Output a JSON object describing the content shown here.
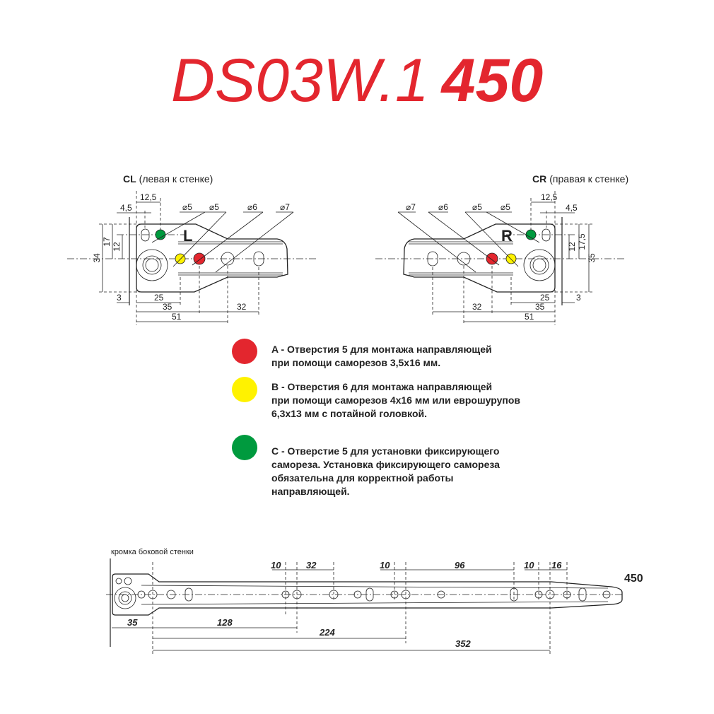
{
  "title": {
    "model": "DS03W.1",
    "length": "450",
    "color": "#e3262e"
  },
  "left_view": {
    "code": "CL",
    "caption": "(левая к стенке)",
    "side_letter": "L",
    "dims": {
      "d_a": "12,5",
      "d_b": "4,5",
      "h_total": "34",
      "h_mid": "17",
      "h_small": "12",
      "offset": "3",
      "x25": "25",
      "x35": "35",
      "x32": "32",
      "x51": "51"
    },
    "diameters": [
      "⌀5",
      "⌀5",
      "⌀6",
      "⌀7"
    ]
  },
  "right_view": {
    "code": "CR",
    "caption": "(правая к стенке)",
    "side_letter": "R",
    "dims": {
      "d_a": "12,5",
      "d_b": "4,5",
      "h_total": "35",
      "h_mid": "17,5",
      "h_small": "12",
      "offset": "3",
      "x25": "25",
      "x35": "35",
      "x32": "32",
      "x51": "51"
    },
    "diameters": [
      "⌀7",
      "⌀6",
      "⌀5",
      "⌀5"
    ]
  },
  "legend": [
    {
      "color": "#e3262e",
      "lines": [
        "A - Отверстия 5 для монтажа направляющей",
        "при помощи саморезов 3,5х16 мм."
      ]
    },
    {
      "color": "#fff200",
      "lines": [
        "B - Отверстия 6 для монтажа направляющей",
        "при помощи саморезов 4х16 мм или еврошурупов",
        "6,3х13 мм с потайной головкой."
      ]
    },
    {
      "color": "#009a3e",
      "lines": [
        "C - Отверстие 5 для установки фиксирующего",
        "самореза. Установка фиксирующего самореза",
        "обязательна для корректной работы",
        "направляющей."
      ]
    }
  ],
  "rail_view": {
    "edge_label": "кромка боковой стенки",
    "length_label": "450",
    "top_dims": [
      "10",
      "32",
      "10",
      "96",
      "10",
      "16"
    ],
    "bottom_dims": [
      "35",
      "128",
      "224",
      "352"
    ]
  }
}
